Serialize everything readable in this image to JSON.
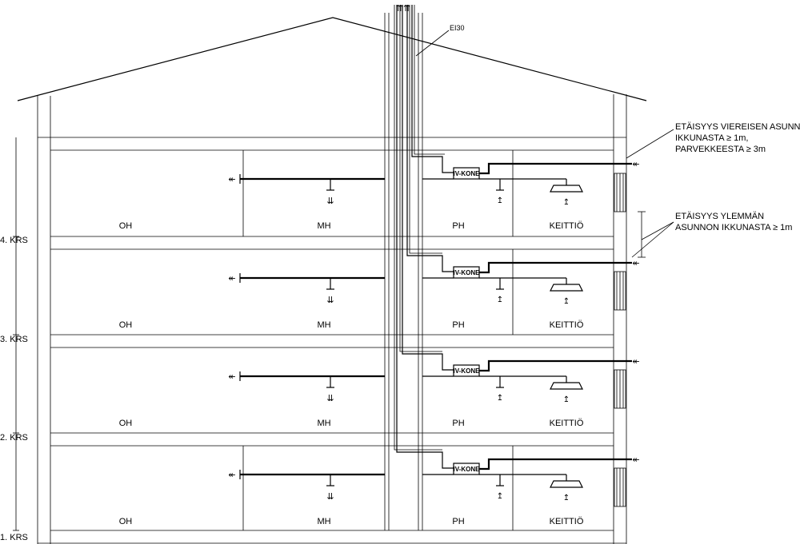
{
  "floors": [
    {
      "label": "4. KRS",
      "rooms": [
        "OH",
        "MH",
        "PH",
        "KEITTIÖ"
      ],
      "unit": "IV-KONE"
    },
    {
      "label": "3. KRS",
      "rooms": [
        "OH",
        "MH",
        "PH",
        "KEITTIÖ"
      ],
      "unit": "IV-KONE"
    },
    {
      "label": "2. KRS",
      "rooms": [
        "OH",
        "MH",
        "PH",
        "KEITTIÖ"
      ],
      "unit": "IV-KONE"
    },
    {
      "label": "1. KRS",
      "rooms": [
        "OH",
        "MH",
        "PH",
        "KEITTIÖ"
      ],
      "unit": "IV-KONE"
    }
  ],
  "shaft_label": "EI30",
  "notes": {
    "note1": [
      "ETÄISYYS VIEREISEN ASUNNON",
      "IKKUNASTA ≥ 1m,",
      "PARVEKKEESTA ≥ 3m"
    ],
    "note2": [
      "ETÄISYYS YLEMMÄN",
      "ASUNNON IKKUNASTA ≥ 1m"
    ]
  }
}
